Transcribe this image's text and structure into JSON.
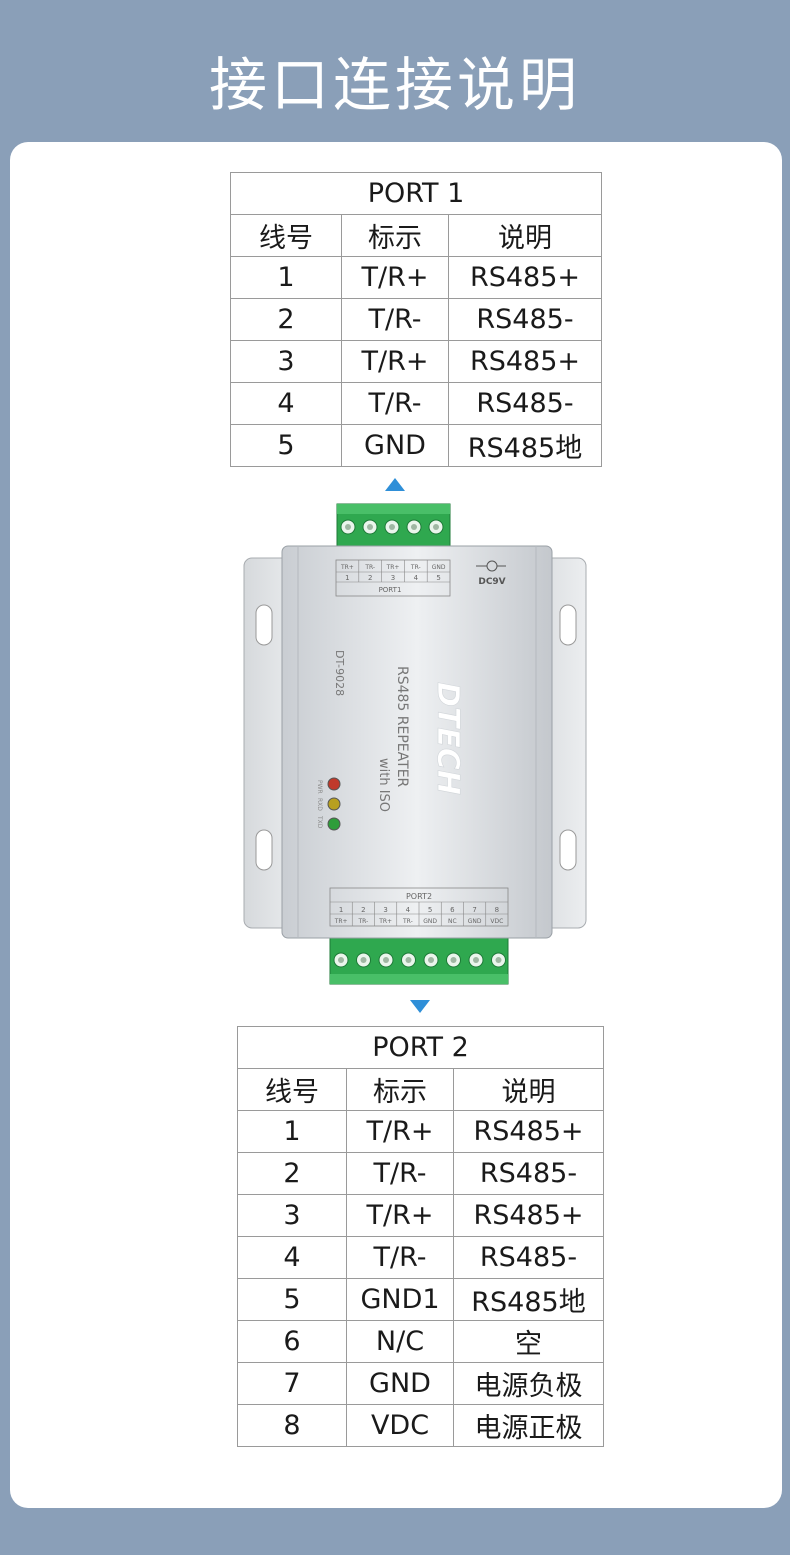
{
  "title": "接口连接说明",
  "port1": {
    "caption": "PORT 1",
    "headers": [
      "线号",
      "标示",
      "说明"
    ],
    "rows": [
      [
        "1",
        "T/R+",
        "RS485+"
      ],
      [
        "2",
        "T/R-",
        "RS485-"
      ],
      [
        "3",
        "T/R+",
        "RS485+"
      ],
      [
        "4",
        "T/R-",
        "RS485-"
      ],
      [
        "5",
        "GND",
        "RS485地"
      ]
    ]
  },
  "port2": {
    "caption": "PORT 2",
    "headers": [
      "线号",
      "标示",
      "说明"
    ],
    "rows": [
      [
        "1",
        "T/R+",
        "RS485+"
      ],
      [
        "2",
        "T/R-",
        "RS485-"
      ],
      [
        "3",
        "T/R+",
        "RS485+"
      ],
      [
        "4",
        "T/R-",
        "RS485-"
      ],
      [
        "5",
        "GND1",
        "RS485地"
      ],
      [
        "6",
        "N/C",
        "空"
      ],
      [
        "7",
        "GND",
        "电源负极"
      ],
      [
        "8",
        "VDC",
        "电源正极"
      ]
    ]
  },
  "device": {
    "brand": "DTECH",
    "model": "DT-9028",
    "product_line1": "RS485 REPEATER",
    "product_line2": "with ISO",
    "power_label": "DC9V",
    "port1_label": "PORT1",
    "port2_label": "PORT2",
    "port1_pins": [
      "TR+",
      "TR-",
      "TR+",
      "TR-",
      "GND"
    ],
    "port1_nums": [
      "1",
      "2",
      "3",
      "4",
      "5"
    ],
    "port2_pins": [
      "TR+",
      "TR-",
      "TR+",
      "TR-",
      "GND",
      "NC",
      "GND",
      "VDC"
    ],
    "port2_nums": [
      "1",
      "2",
      "3",
      "4",
      "5",
      "6",
      "7",
      "8"
    ],
    "led_labels": [
      "PWR",
      "RXD",
      "TXD"
    ],
    "led_colors": [
      "#c0392b",
      "#b8a020",
      "#2e9d3a"
    ]
  },
  "colors": {
    "background": "#8a9fb8",
    "accent_arrow": "#2f8fd8",
    "terminal_green": "#2fa84f"
  },
  "icons": [
    "arrow-up-icon",
    "arrow-down-icon",
    "dc-power-icon"
  ]
}
